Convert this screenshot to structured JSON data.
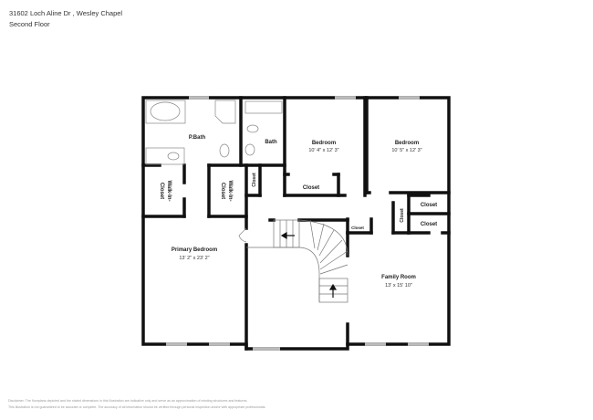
{
  "header": {
    "address": "31602 Loch Aline Dr , Wesley Chapel",
    "floor": "Second Floor"
  },
  "rooms": {
    "pbath": {
      "label": "P.Bath"
    },
    "bath": {
      "label": "Bath"
    },
    "bedroom1": {
      "label": "Bedroom",
      "dims": "10' 4\" x 12' 3\""
    },
    "bedroom2": {
      "label": "Bedroom",
      "dims": "10' 5\" x 12' 3\""
    },
    "walkin1": {
      "label1": "Walk-In-",
      "label2": "Closet"
    },
    "walkin2": {
      "label1": "Walk-In-",
      "label2": "Closet"
    },
    "closet_hall": {
      "label": "Closet"
    },
    "closet_bed1": {
      "label": "Closet"
    },
    "closet_vert": {
      "label": "Closet"
    },
    "closet_r1": {
      "label": "Closet"
    },
    "closet_r2": {
      "label": "Closet"
    },
    "closet_stair": {
      "label": "Closet"
    },
    "primary": {
      "label": "Primary Bedroom",
      "dims": "13' 2\" x 23' 2\""
    },
    "family": {
      "label": "Family Room",
      "dims": "13' x 15' 10\""
    }
  },
  "disclaimer": {
    "line1": "Disclaimer: The floorplans depicted and the stated dimensions in this illustration are indicative only and serve as an approximation of existing structures and features.",
    "line2": "This illustration is not guaranteed to be accurate or complete. The accuracy of all information should be verified through personal inspection and/or with appropriate professionals."
  }
}
